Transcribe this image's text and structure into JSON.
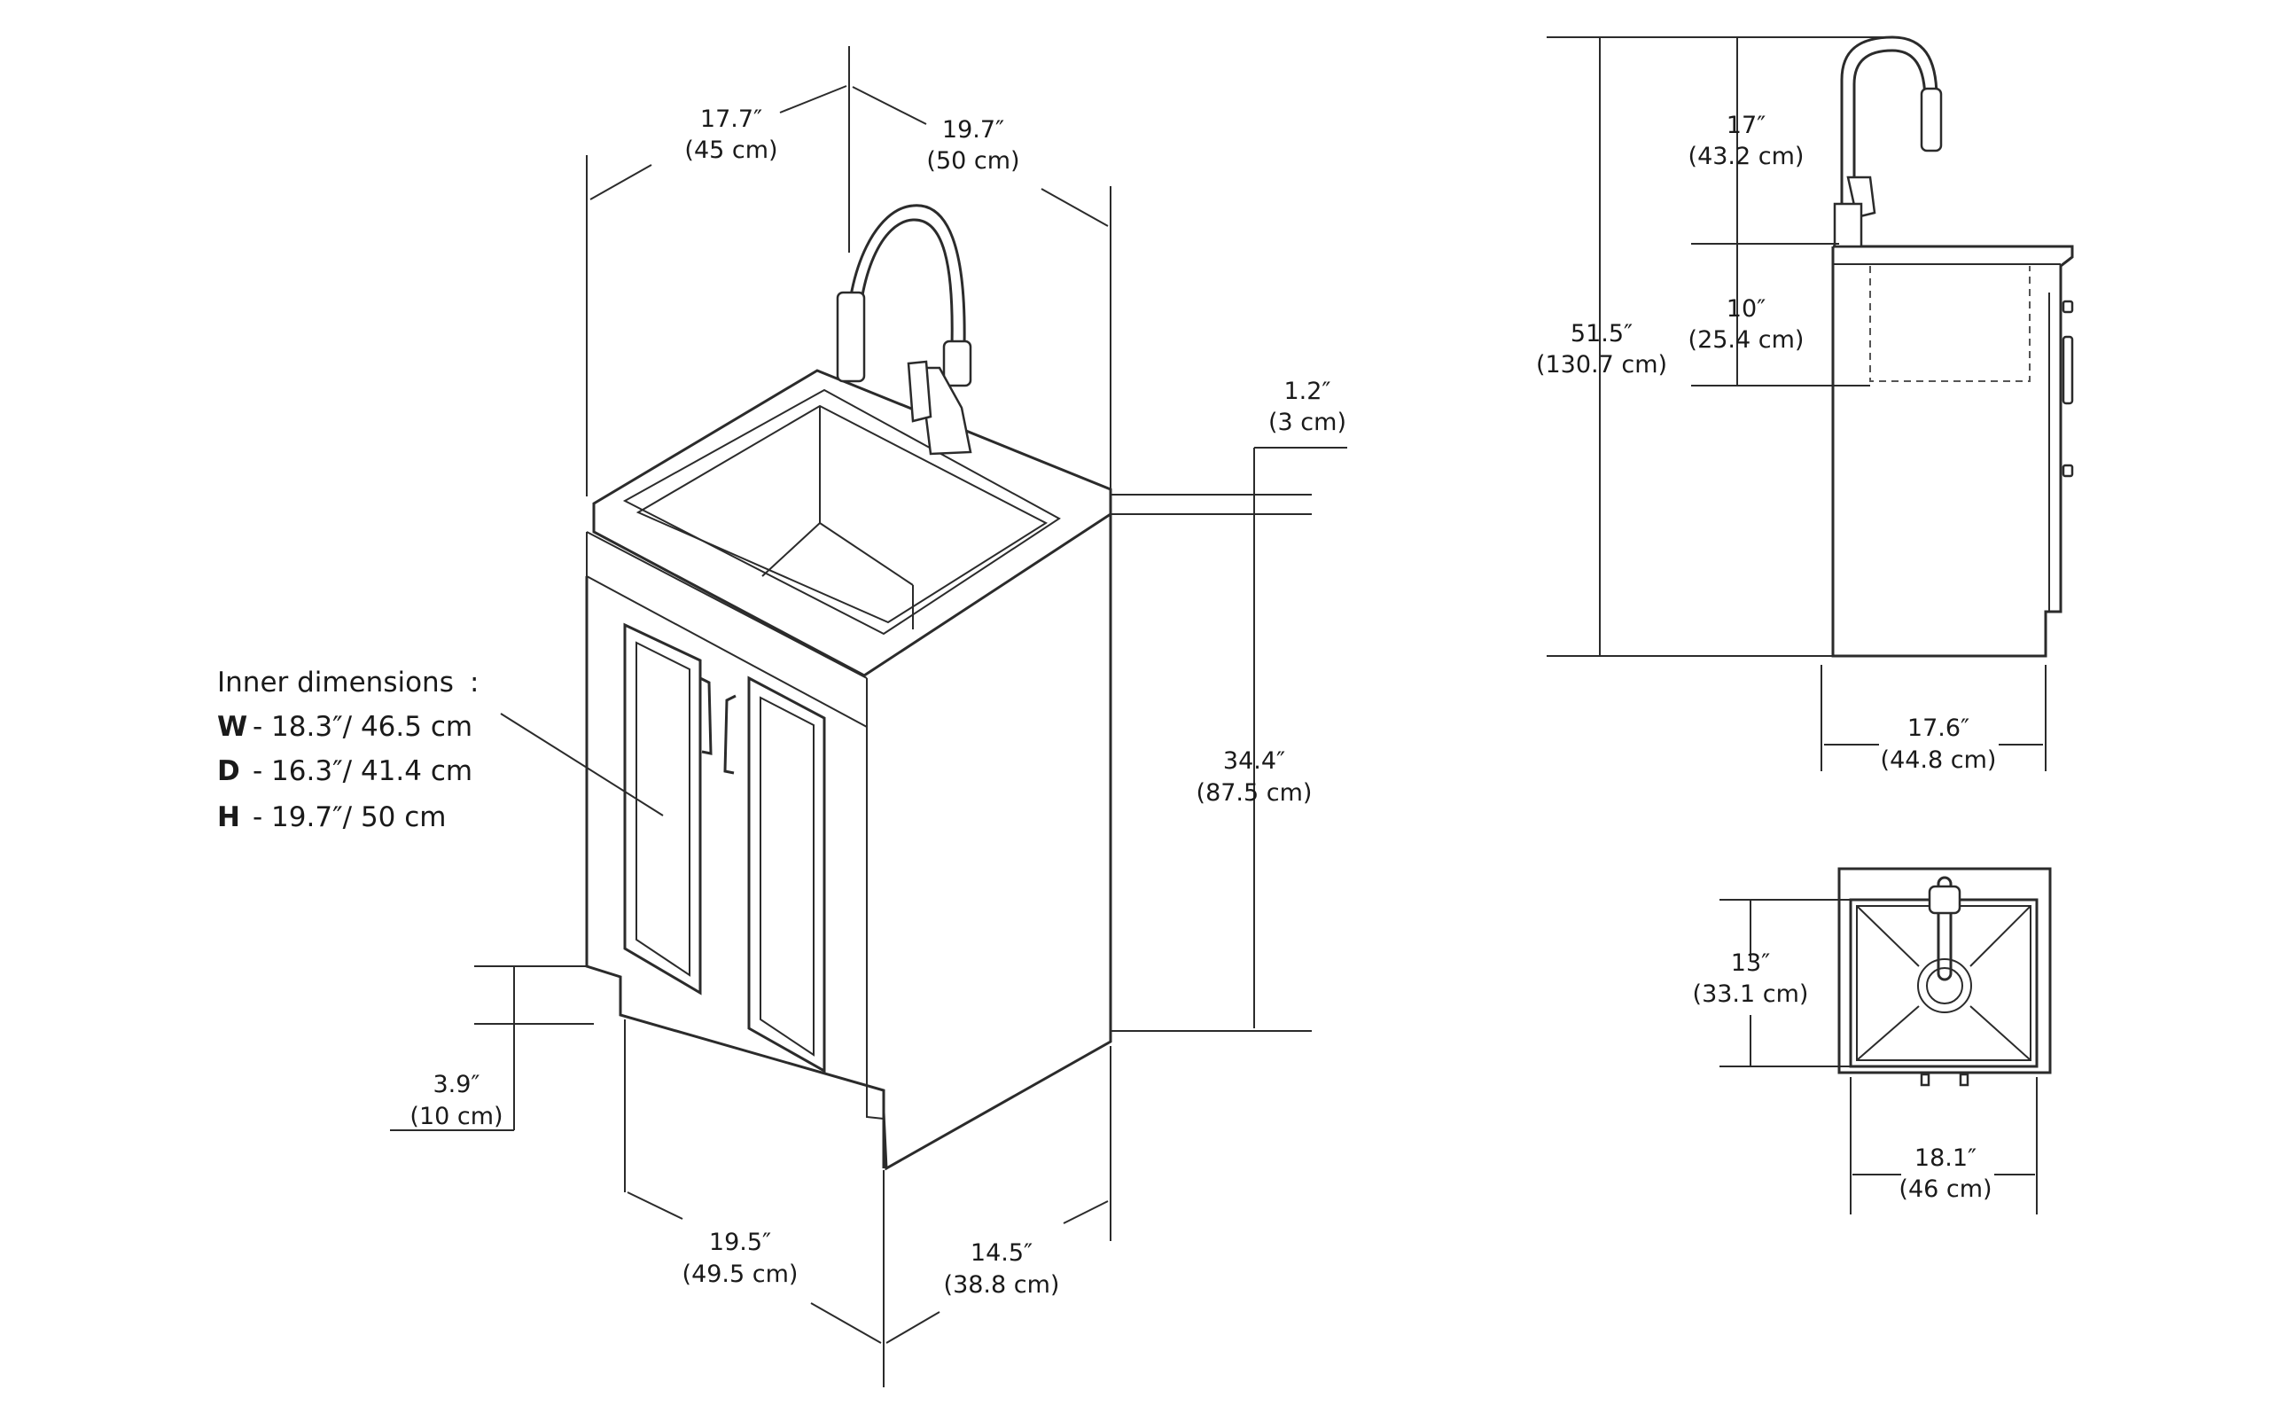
{
  "iso": {
    "top_left": [
      "17.7″",
      "(45 cm)"
    ],
    "top_right": [
      "19.7″",
      "(50 cm)"
    ],
    "rim": [
      "1.2″",
      "(3 cm)"
    ],
    "height": [
      "34.4″",
      "(87.5 cm)"
    ],
    "toe": [
      "3.9″",
      "(10 cm)"
    ],
    "bottom_left": [
      "19.5″",
      "(49.5 cm)"
    ],
    "bottom_right": [
      "14.5″",
      "(38.8 cm)"
    ]
  },
  "inner": {
    "title": "Inner dimensions",
    "colon": ":",
    "w_letter": "W",
    "w_text": "- 18.3″/ 46.5 cm",
    "d_letter": "D",
    "d_text": "- 16.3″/ 41.4 cm",
    "h_letter": "H",
    "h_text": "- 19.7″/ 50 cm"
  },
  "side": {
    "faucet": [
      "17″",
      "(43.2 cm)"
    ],
    "basin": [
      "10″",
      "(25.4 cm)"
    ],
    "total": [
      "51.5″",
      "(130.7 cm)"
    ],
    "depth": [
      "17.6″",
      "(44.8 cm)"
    ]
  },
  "top_view": {
    "depth": [
      "13″",
      "(33.1 cm)"
    ],
    "width": [
      "18.1″",
      "(46 cm)"
    ]
  }
}
